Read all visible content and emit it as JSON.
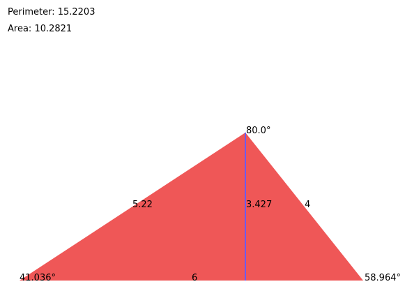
{
  "info": {
    "perimeter_label": "Perimeter: ",
    "perimeter_value": "15.2203",
    "area_label": "Area: ",
    "area_value": "10.2821"
  },
  "triangle": {
    "fill_color": "#ef5757",
    "altitude_color": "#6b5bf5",
    "angles": {
      "left": "41.036°",
      "top": "80.0°",
      "right": "58.964°"
    },
    "sides": {
      "left": "5.22",
      "right": "4",
      "base": "6"
    },
    "altitude": "3.427"
  }
}
